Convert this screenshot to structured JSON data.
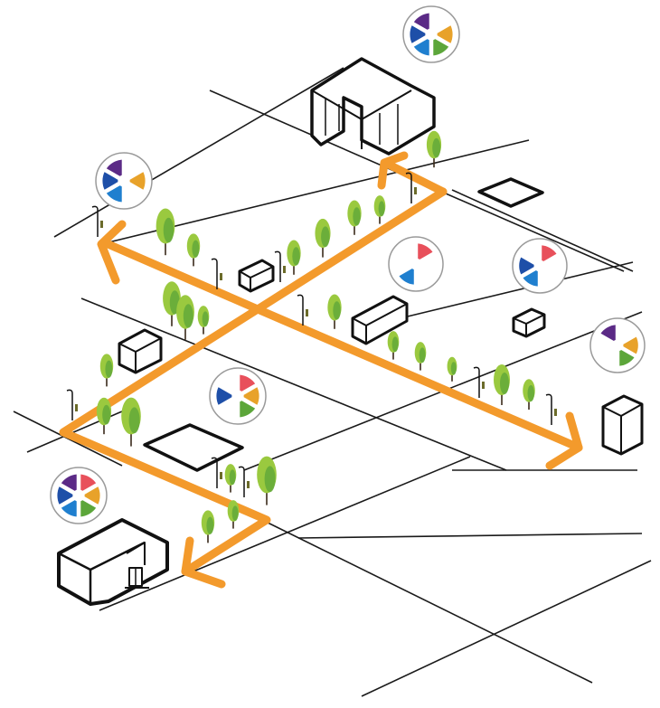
{
  "colors": {
    "route": "#F39A2C",
    "street": "#1a1a1a",
    "tree_light": "#9AC93F",
    "tree_dark": "#5FA83A",
    "trunk": "#3a2a1a",
    "badge_ring": "#9a9a9a",
    "segments": {
      "purple": "#5B2A86",
      "red": "#E8505B",
      "orange": "#E8A22A",
      "green": "#5CA63A",
      "blue": "#1F7FCF",
      "navy": "#1E4FA8"
    }
  },
  "badges": [
    {
      "id": "top",
      "segments": [
        "purple",
        "orange",
        "green",
        "blue",
        "navy"
      ]
    },
    {
      "id": "upper-left",
      "segments": [
        "purple",
        "orange",
        "blue",
        "navy"
      ]
    },
    {
      "id": "center",
      "segments": [
        "red",
        "blue"
      ]
    },
    {
      "id": "right",
      "segments": [
        "red",
        "navy",
        "blue"
      ]
    },
    {
      "id": "far-right",
      "segments": [
        "purple",
        "orange",
        "green"
      ]
    },
    {
      "id": "mid-left",
      "segments": [
        "red",
        "orange",
        "green",
        "navy"
      ]
    },
    {
      "id": "lower-left",
      "segments": [
        "purple",
        "red",
        "orange",
        "green",
        "blue",
        "navy"
      ]
    }
  ],
  "legend_segments_order": [
    "purple",
    "red",
    "orange",
    "green",
    "blue",
    "navy"
  ],
  "route_arrows": [
    "north",
    "west",
    "east",
    "south"
  ]
}
